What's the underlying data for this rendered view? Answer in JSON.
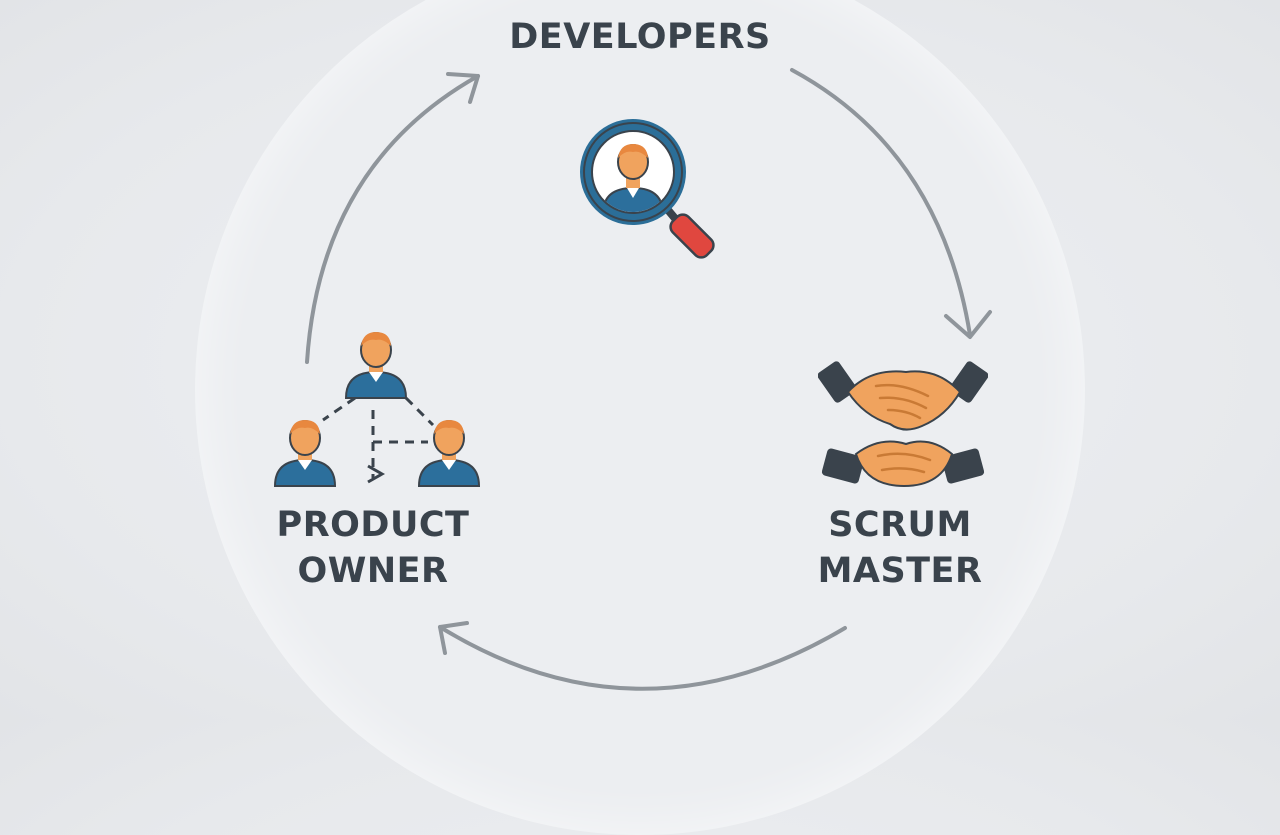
{
  "diagram": {
    "roles": {
      "developers": {
        "line1": "DEVELOPERS"
      },
      "product_owner": {
        "line1": "PRODUCT",
        "line2": "OWNER"
      },
      "scrum_master": {
        "line1": "SCRUM",
        "line2": "MASTER"
      }
    },
    "icons": {
      "developers": "magnifier-person-icon",
      "product_owner": "team-hierarchy-icon",
      "scrum_master": "handshake-icon"
    },
    "colors": {
      "background": "#e8eaed",
      "circle": "#eceef1",
      "arrow": "#8f959b",
      "text": "#3a434c",
      "person_skin": "#f0a35e",
      "person_shirt": "#2c6f9c",
      "magnifier_rim": "#2b6e98",
      "magnifier_handle": "#e0473f",
      "sleeve": "#3a434c"
    }
  }
}
